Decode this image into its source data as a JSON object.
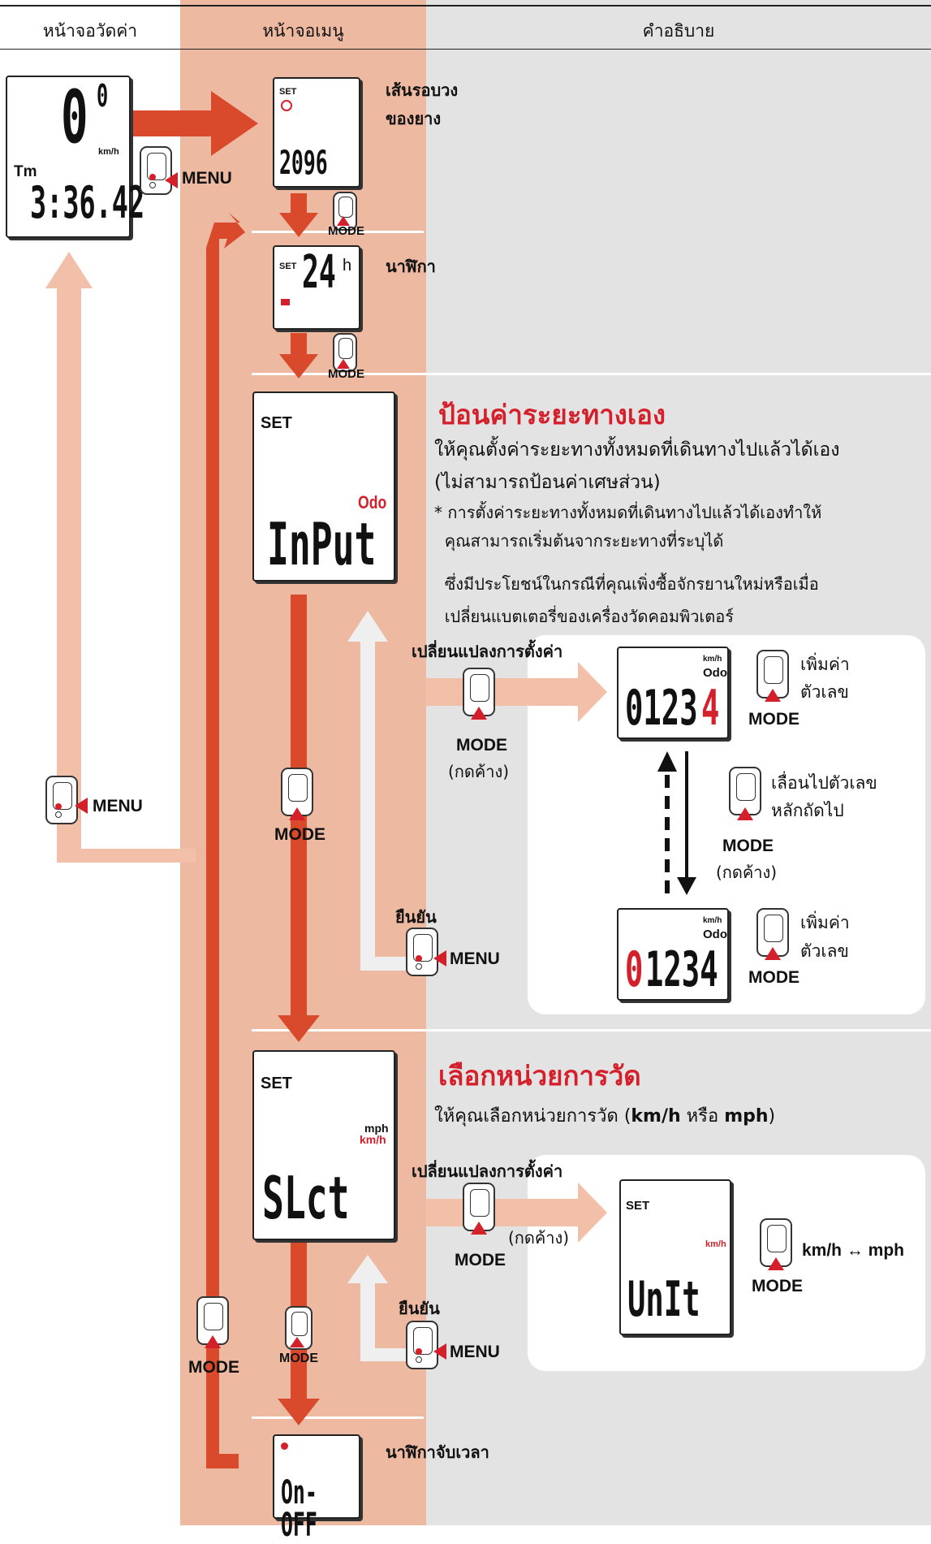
{
  "columns": {
    "measure": "หน้าจอวัดค่า",
    "menu": "หน้าจอเมนู",
    "explain": "คำอธิบาย"
  },
  "measure_screen": {
    "speed": "0",
    "speed_dec": "0",
    "unit": "km/h",
    "label": "Tm",
    "time": "3:36.42"
  },
  "buttons": {
    "menu": "MENU",
    "mode": "MODE",
    "hold": "(กดค้าง)"
  },
  "tire": {
    "set": "SET",
    "value": "2096",
    "title_line1": "เส้นรอบวง",
    "title_line2": "ของยาง"
  },
  "clock": {
    "set": "SET",
    "value": "24",
    "suffix": "h",
    "title": "นาฬิกา"
  },
  "odo": {
    "set": "SET",
    "label": "Odo",
    "value": "InPut",
    "heading": "ป้อนค่าระยะทางเอง",
    "lines": [
      "ให้คุณตั้งค่าระยะทางทั้งหมดที่เดินทางไปแล้วได้เอง",
      "(ไม่สามารถป้อนค่าเศษส่วน)",
      "* การตั้งค่าระยะทางทั้งหมดที่เดินทางไปแล้วได้เองทำให้",
      "  คุณสามารถเริ่มต้นจากระยะทางที่ระบุได้",
      "  ซึ่งมีประโยชน์ในกรณีที่คุณเพิ่งซื้อจักรยานใหม่หรือเมื่อ",
      "  เปลี่ยนแบตเตอรี่ของเครื่องวัดคอมพิวเตอร์"
    ],
    "change": "เปลี่ยนแปลงการตั้งค่า",
    "confirm": "ยืนยัน",
    "panel_unit": "km/h",
    "panel_label": "Odo",
    "digits": "0123",
    "active_digit": "4",
    "first_digit": "0",
    "rest_digits": "1234",
    "increase": [
      "เพิ่มค่า",
      "ตัวเลข"
    ],
    "next_digit": [
      "เลื่อนไปตัวเลข",
      "หลักถัดไป"
    ]
  },
  "unit": {
    "set": "SET",
    "mph": "mph",
    "kmh": "km/h",
    "value": "SLct",
    "heading": "เลือกหน่วยการวัด",
    "desc_pre": "ให้คุณเลือกหน่วยการวัด (",
    "desc_kmh": "km/h",
    "desc_mid": " หรือ ",
    "desc_mph": "mph",
    "desc_post": ")",
    "change": "เปลี่ยนแปลงการตั้งค่า",
    "confirm": "ยืนยัน",
    "panel_set": "SET",
    "panel_unit": "km/h",
    "panel_value": "UnIt",
    "toggle": "km/h ↔ mph"
  },
  "stopwatch": {
    "value": "On-OFF",
    "title": "นาฬิกาจับเวลา"
  },
  "colors": {
    "accent_red": "#d84a2b",
    "light_salmon": "#f2c0a8",
    "column_salmon": "#edb9a1",
    "column_gray": "#e3e3e3",
    "text_red": "#d4202b"
  }
}
